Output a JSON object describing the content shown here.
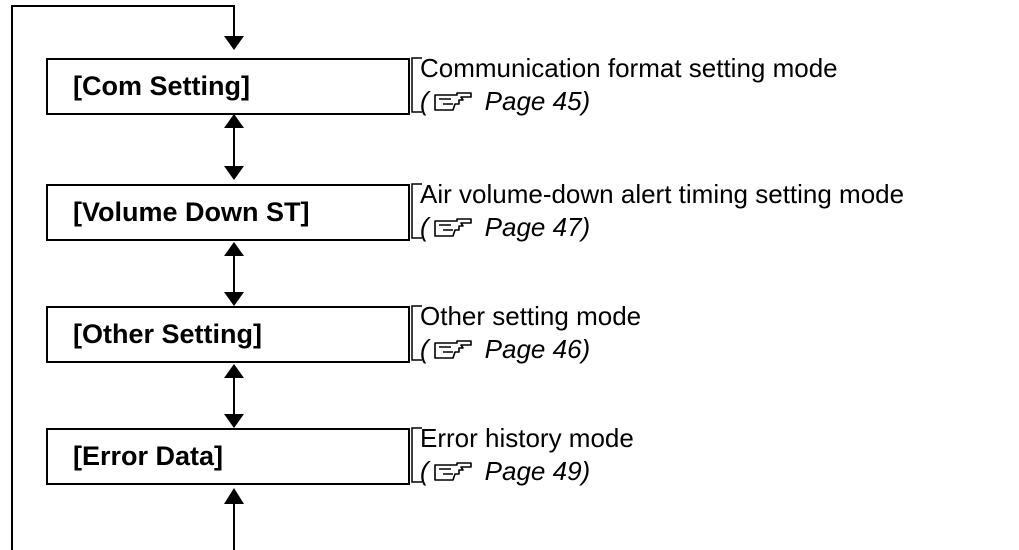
{
  "modes": [
    {
      "label": "[Com Setting]",
      "description": "Communication format setting mode",
      "page_ref": "Page 45)"
    },
    {
      "label": "[Volume Down ST]",
      "description": "Air volume-down alert timing setting mode",
      "page_ref": "Page 47)"
    },
    {
      "label": "[Other Setting]",
      "description": "Other setting mode",
      "page_ref": "Page 46)"
    },
    {
      "label": "[Error Data]",
      "description": "Error history mode",
      "page_ref": "Page 49)"
    }
  ],
  "ref_open": "(",
  "ref_icon": "pointing-hand-icon"
}
